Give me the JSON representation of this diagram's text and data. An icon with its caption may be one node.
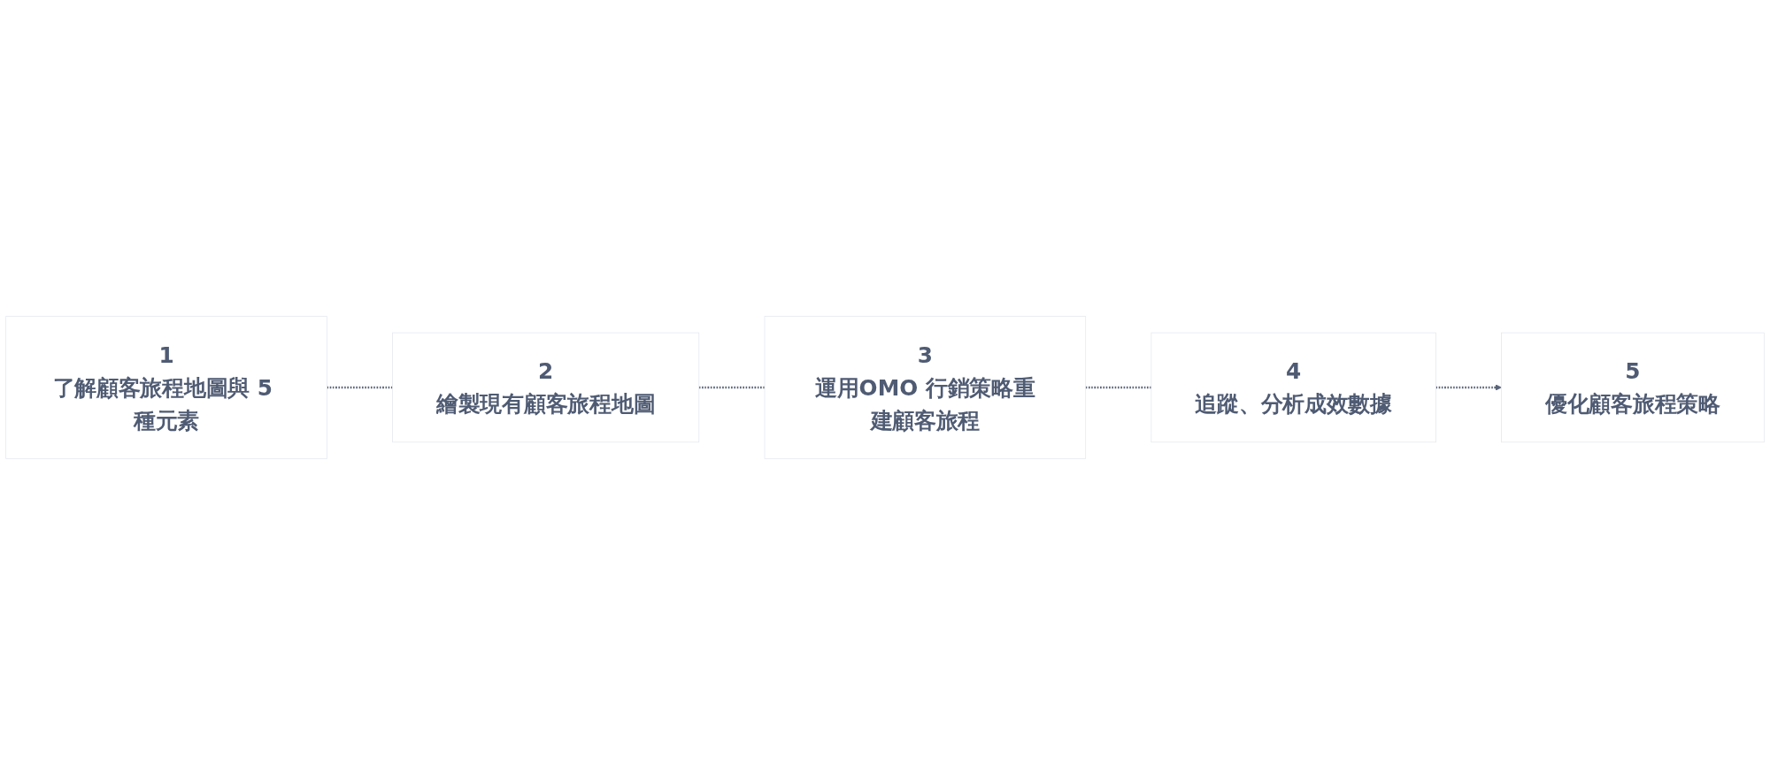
{
  "diagram": {
    "nodes": [
      {
        "text": [
          "1",
          "了解顧客旅程地圖與 5 種元素"
        ]
      },
      {
        "text": [
          "2",
          "繪製現有顧客旅程地圖"
        ]
      },
      {
        "text": [
          "3",
          "運用OMO 行銷策略重建顧客旅程"
        ]
      },
      {
        "text": [
          "4",
          "追蹤、分析成效數據"
        ]
      },
      {
        "text": [
          "5",
          "優化顧客旅程策略"
        ]
      }
    ],
    "edges": [
      {
        "from": 0,
        "to": 1,
        "arrow": "none",
        "style": "dashed"
      },
      {
        "from": 1,
        "to": 2,
        "arrow": "none",
        "style": "dashed"
      },
      {
        "from": 2,
        "to": 3,
        "arrow": "none",
        "style": "dashed"
      },
      {
        "from": 3,
        "to": 4,
        "arrow": "to",
        "style": "dashed"
      }
    ]
  }
}
